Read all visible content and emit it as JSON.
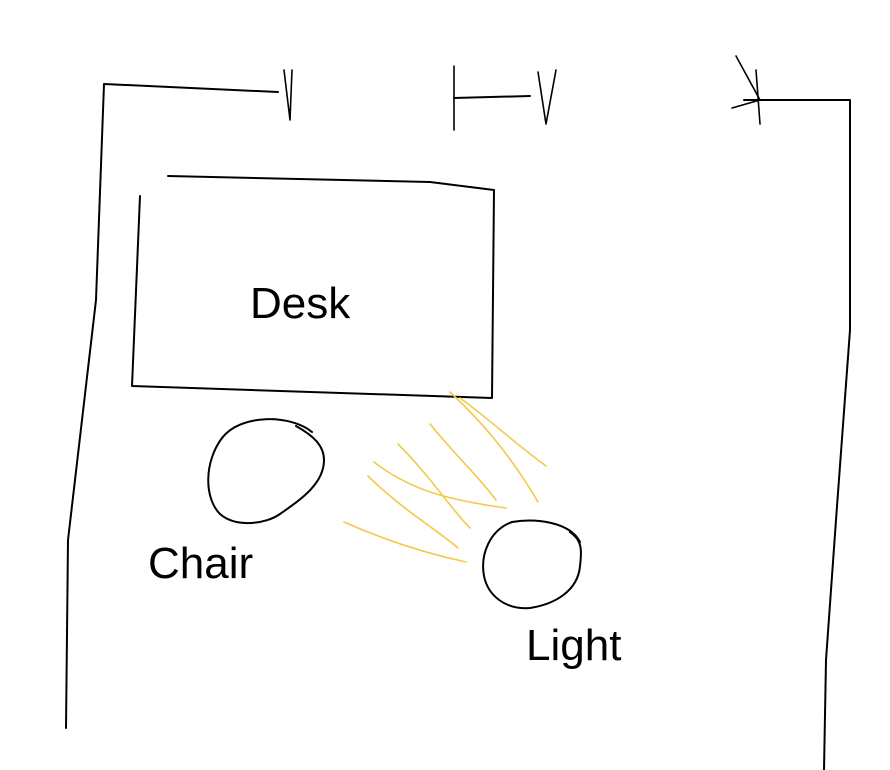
{
  "labels": {
    "desk": "Desk",
    "chair": "Chair",
    "light": "Light"
  },
  "colors": {
    "ink": "#000000",
    "light_rays": "#f2c94c",
    "background": "#ffffff"
  }
}
